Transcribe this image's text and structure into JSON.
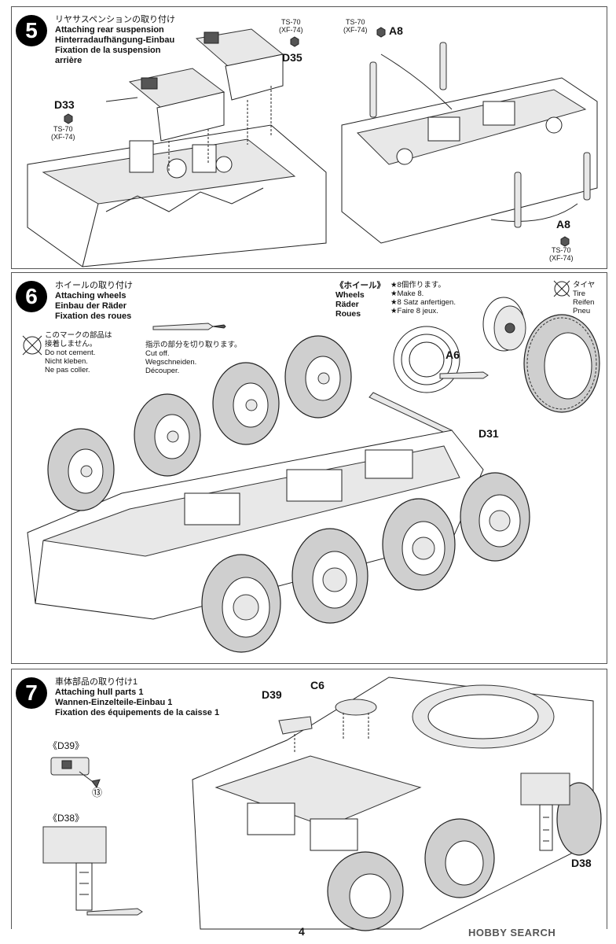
{
  "step5": {
    "number": "5",
    "title_jp": "リヤサスペンションの取り付け",
    "title_en": "Attaching rear suspension",
    "title_de": "Hinterradaufhängung-Einbau",
    "title_fr1": "Fixation de la suspension",
    "title_fr2": "arrière",
    "part_d33": "D33",
    "part_d35": "D35",
    "part_a8_top": "A8",
    "part_a8_bottom": "A8",
    "paint_ts70": "TS-70",
    "paint_xf74": "(XF-74)"
  },
  "step6": {
    "number": "6",
    "title_jp": "ホイールの取り付け",
    "title_en": "Attaching wheels",
    "title_de": "Einbau der Räder",
    "title_fr": "Fixation des roues",
    "no_cement_jp1": "このマークの部品は",
    "no_cement_jp2": "接着しません。",
    "no_cement_en": "Do not cement.",
    "no_cement_de": "Nicht kleben.",
    "no_cement_fr": "Ne pas coller.",
    "cut_jp": "指示の部分を切り取ります。",
    "cut_en": "Cut off.",
    "cut_de": "Wegschneiden.",
    "cut_fr": "Découper.",
    "wheels_jp": "《ホイール》",
    "wheels_en": "Wheels",
    "wheels_de": "Räder",
    "wheels_fr": "Roues",
    "make8_jp": "★8個作ります。",
    "make8_en": "★Make 8.",
    "make8_de": "★8 Satz anfertigen.",
    "make8_fr": "★Faire 8 jeux.",
    "tire_jp": "タイヤ",
    "tire_en": "Tire",
    "tire_de": "Reifen",
    "tire_fr": "Pneu",
    "part_a6": "A6",
    "part_d31": "D31"
  },
  "step7": {
    "number": "7",
    "title_jp": "車体部品の取り付け1",
    "title_en": "Attaching hull parts 1",
    "title_de": "Wannen-Einzelteile-Einbau 1",
    "title_fr": "Fixation des équipements de la caisse 1",
    "sub_d39": "《D39》",
    "sub_d38": "《D38》",
    "part_d39": "D39",
    "part_c6": "C6",
    "part_d38": "D38",
    "circ13": "⑬"
  },
  "footer": {
    "page_number": "4",
    "watermark": "HOBBY SEARCH"
  }
}
